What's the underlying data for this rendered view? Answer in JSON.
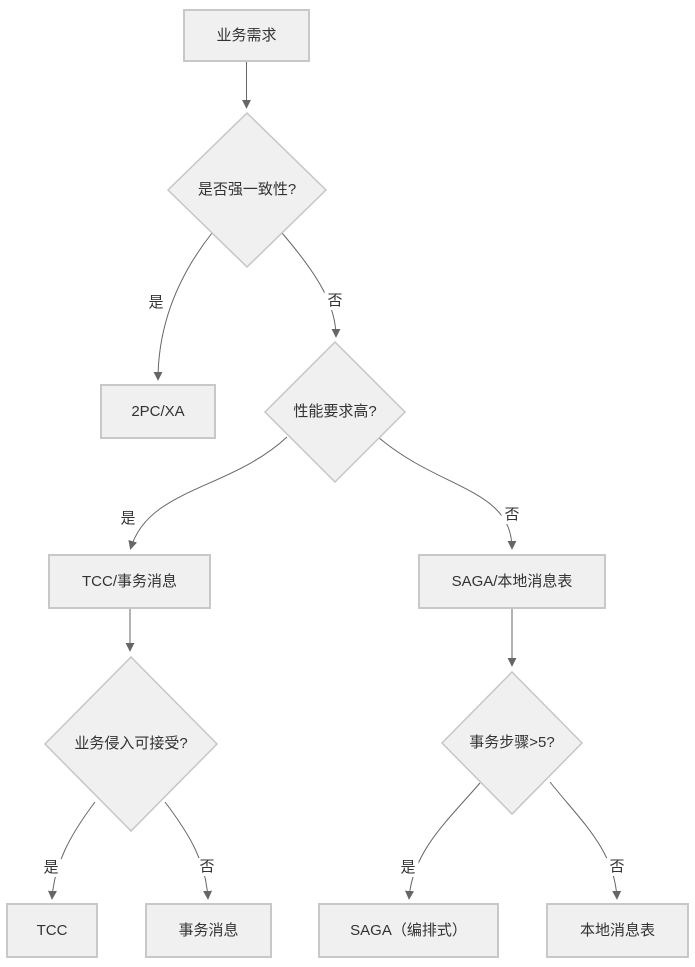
{
  "diagram": {
    "type": "flowchart-decision-tree",
    "colors": {
      "background": "#ffffff",
      "node_fill": "#f0f0f0",
      "node_border": "#c8c8c8",
      "edge_line": "#666666",
      "text": "#333333"
    },
    "nodes": {
      "business_requirement": {
        "label": "业务需求",
        "shape": "rect"
      },
      "q_strong_consistency": {
        "label": "是否强一致性?",
        "shape": "diamond"
      },
      "result_2pc_xa": {
        "label": "2PC/XA",
        "shape": "rect"
      },
      "q_performance_high": {
        "label": "性能要求高?",
        "shape": "diamond"
      },
      "result_tcc_tx_msg": {
        "label": "TCC/事务消息",
        "shape": "rect"
      },
      "result_saga_local": {
        "label": "SAGA/本地消息表",
        "shape": "rect"
      },
      "q_intrusion_acceptable": {
        "label": "业务侵入可接受?",
        "shape": "diamond"
      },
      "q_steps_gt_5": {
        "label": "事务步骤>5?",
        "shape": "diamond"
      },
      "result_tcc": {
        "label": "TCC",
        "shape": "rect"
      },
      "result_tx_message": {
        "label": "事务消息",
        "shape": "rect"
      },
      "result_saga_orchestrated": {
        "label": "SAGA（编排式）",
        "shape": "rect"
      },
      "result_local_message_table": {
        "label": "本地消息表",
        "shape": "rect"
      }
    },
    "edge_labels": {
      "strong_yes": "是",
      "strong_no": "否",
      "perf_yes": "是",
      "perf_no": "否",
      "intrusion_yes": "是",
      "intrusion_no": "否",
      "steps_yes": "是",
      "steps_no": "否"
    }
  }
}
